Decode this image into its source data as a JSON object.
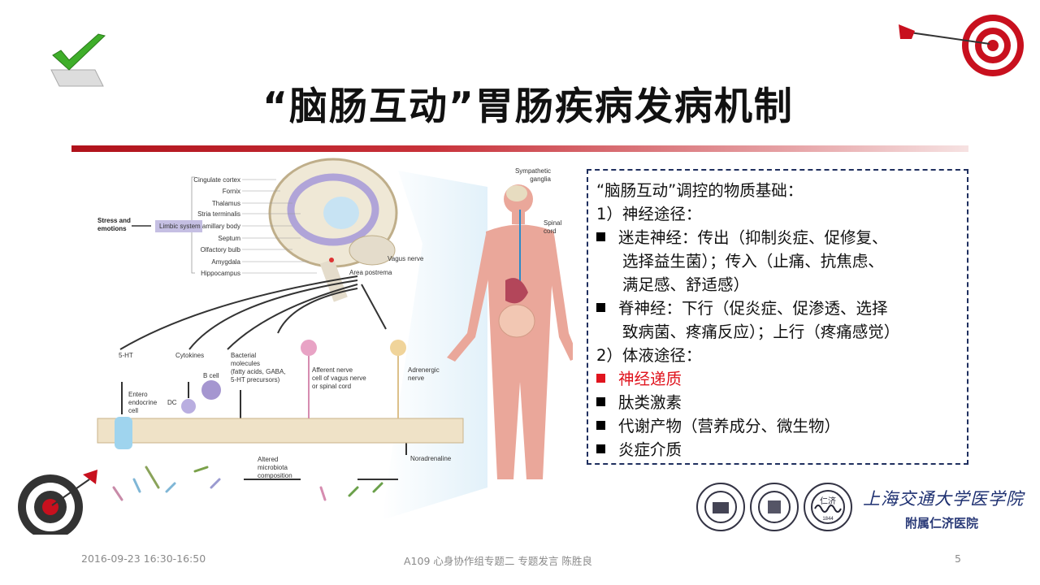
{
  "slide": {
    "title": "“脑肠互动”胃肠疾病发病机制",
    "page_number": "5"
  },
  "textbox": {
    "heading": "“脑肠互动”调控的物质基础：",
    "section1": "1）神经途径：",
    "item1_line1": "迷走神经：传出（抑制炎症、促修复、",
    "item1_line2": "选择益生菌）；传入（止痛、抗焦虑、",
    "item1_line3": "满足感、舒适感）",
    "item2_line1": "脊神经：下行（促炎症、促渗透、选择",
    "item2_line2": "致病菌、疼痛反应）；上行（疼痛感觉）",
    "section2": "2）体液途径：",
    "items": [
      "神经递质",
      "肽类激素",
      "代谢产物（营养成分、微生物）",
      "炎症介质"
    ],
    "highlight_color": "#e0141e"
  },
  "diagram": {
    "stress": [
      "Stress and",
      "emotions"
    ],
    "limbic": "Limbic system",
    "brain_parts": [
      "Cingulate cortex",
      "Fornix",
      "Thalamus",
      "Stria terminalis",
      "Mamillary body",
      "Septum",
      "Olfactory bulb",
      "Amygdala",
      "Hippocampus"
    ],
    "area_postrema": "Area postrema",
    "sympathetic": [
      "Sympathetic",
      "ganglia"
    ],
    "spinal": [
      "Spinal",
      "cord"
    ],
    "vagus": "Vagus nerve",
    "five_ht": "5-HT",
    "cytokines": "Cytokines",
    "bcell": "B cell",
    "bacterial": [
      "Bacterial",
      "molecules",
      "(fatty acids, GABA,",
      "5-HT precursors)"
    ],
    "entero": [
      "Entero",
      "endocrine",
      "cell"
    ],
    "dc": "DC",
    "afferent": [
      "Afferent nerve",
      "cell of vagus nerve",
      "or spinal cord"
    ],
    "adrenergic": [
      "Adrenergic",
      "nerve"
    ],
    "altered": [
      "Altered",
      "microbiota",
      "composition"
    ],
    "noradrenaline": "Noradrenaline"
  },
  "logos": {
    "school": "上海交通大学医学院",
    "hospital": "附属仁济医院",
    "seal3_text": "仁济",
    "seal3_year": "1844"
  },
  "footer": {
    "datetime": "2016-09-23 16:30-16:50",
    "session": "A109 心身协作组专题二 专题发言 陈胜良"
  }
}
